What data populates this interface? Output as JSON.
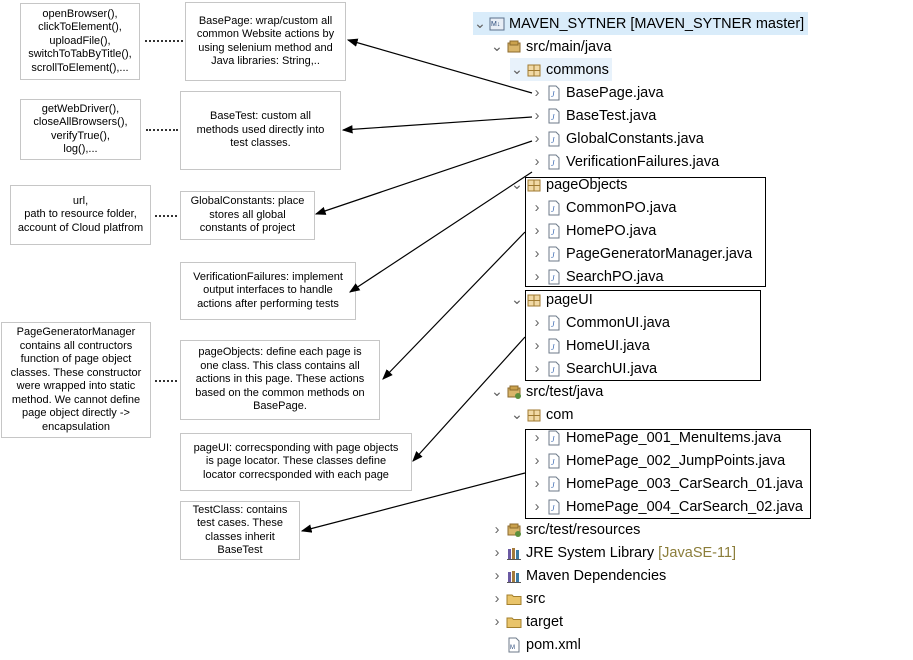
{
  "notes": {
    "basepage_methods": "openBrowser(),\nclickToElement(),\nuploadFile(),\nswitchToTabByTitle(),\nscrollToElement(),...",
    "basepage": "BasePage: wrap/custom all\ncommon Website actions by\nusing selenium method and\nJava libraries: String,..",
    "basetest_methods": "getWebDriver(),\ncloseAllBrowsers(),\nverifyTrue(),\nlog(),...",
    "basetest": "BaseTest: custom all\nmethods used directly into\ntest classes.",
    "globalconstants_items": "url,\npath to resource folder,\naccount of Cloud platfrom",
    "globalconstants": "GlobalConstants: place\nstores all global\nconstants of project",
    "verificationfailures": "VerificationFailures: implement\noutput interfaces to handle\nactions after performing tests",
    "pagegenerator": "PageGeneratorManager\ncontains all contructors\nfunction of page object\nclasses. These constructor\nwere wrapped into static\nmethod. We cannot define\npage object directly ->\nencapsulation",
    "pageobjects": "pageObjects: define each page is\none class. This class contains all\nactions in this page. These actions\nbased on the common methods on\nBasePage.",
    "pageui": "pageUI: correcsponding with page objects\nis page locator. These classes define\nlocator correcsponded with each page",
    "testclass": "TestClass: contains\ntest cases. These\nclasses inherit\nBaseTest"
  },
  "tree": {
    "project": "MAVEN_SYTNER",
    "project_suffix": "[MAVEN_SYTNER master]",
    "src_main": "src/main/java",
    "commons": "commons",
    "commons_files": [
      "BasePage.java",
      "BaseTest.java",
      "GlobalConstants.java",
      "VerificationFailures.java"
    ],
    "pageObjects": "pageObjects",
    "pageObjects_files": [
      "CommonPO.java",
      "HomePO.java",
      "PageGeneratorManager.java",
      "SearchPO.java"
    ],
    "pageUI": "pageUI",
    "pageUI_files": [
      "CommonUI.java",
      "HomeUI.java",
      "SearchUI.java"
    ],
    "src_test": "src/test/java",
    "com": "com",
    "com_files": [
      "HomePage_001_MenuItems.java",
      "HomePage_002_JumpPoints.java",
      "HomePage_003_CarSearch_01.java",
      "HomePage_004_CarSearch_02.java"
    ],
    "src_test_resources": "src/test/resources",
    "jre": "JRE System Library",
    "jre_version": "[JavaSE-11]",
    "maven_deps": "Maven Dependencies",
    "src": "src",
    "target": "target",
    "pom": "pom.xml"
  },
  "colors": {
    "package_icon": "#b58a3c",
    "java_icon": "#6c7a89",
    "arrow": "#000000",
    "selection": "#d9ecfa"
  }
}
